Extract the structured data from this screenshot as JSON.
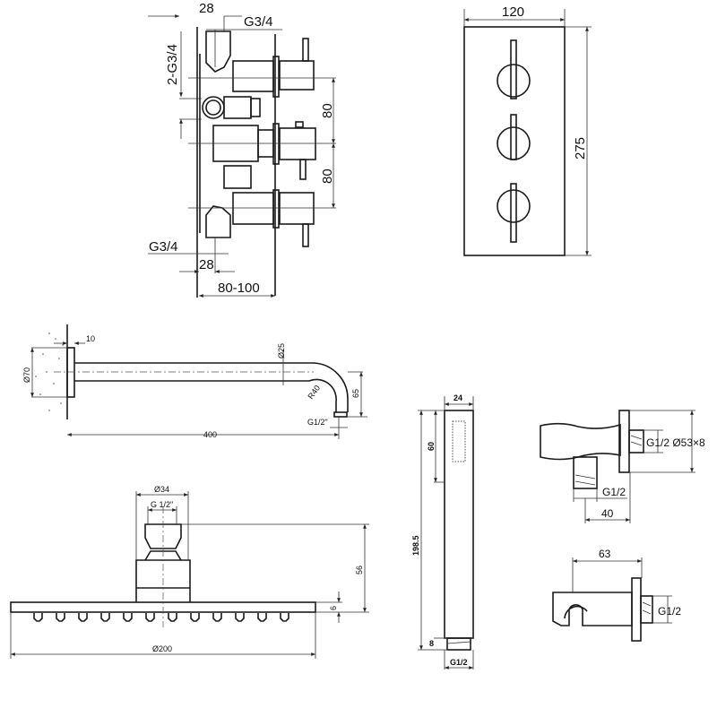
{
  "valve_side": {
    "dim_top_28": "28",
    "inlet_top": "G3/4",
    "outlets": "2-G3/4",
    "spacing_1": "80",
    "spacing_2": "80",
    "inlet_bottom": "G3/4",
    "dim_bottom_28": "28",
    "depth": "80-100"
  },
  "valve_front": {
    "width": "120",
    "height": "275"
  },
  "shower_arm": {
    "flange_thickness": "10",
    "flange_diameter": "Ø70",
    "pipe_diameter": "Ø25",
    "bend_radius": "R40",
    "drop": "65",
    "thread": "G1/2\"",
    "length": "400"
  },
  "shower_head": {
    "connector_diameter": "Ø34",
    "thread": "G 1/2\"",
    "height": "56",
    "plate_thickness": "6",
    "diameter": "Ø200"
  },
  "hand_shower": {
    "width": "24",
    "spray_length": "60",
    "length": "198.5",
    "thread_length": "8",
    "thread": "G1/2"
  },
  "wall_outlet": {
    "thread_label": "G1/2 Ø53×8",
    "outlet_thread": "G1/2",
    "projection": "40"
  },
  "holder": {
    "projection": "63",
    "thread": "G1/2"
  }
}
